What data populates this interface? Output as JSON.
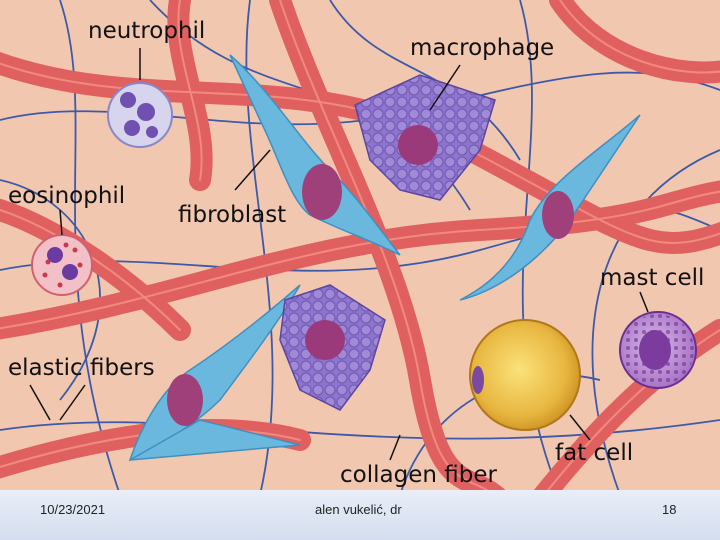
{
  "labels": {
    "neutrophil": "neutrophil",
    "macrophage": "macrophage",
    "eosinophil": "eosinophil",
    "fibroblast": "fibroblast",
    "mast_cell": "mast cell",
    "elastic_fibers": "elastic fibers",
    "collagen_fiber": "collagen fiber",
    "fat_cell": "fat cell"
  },
  "footer": {
    "date": "10/23/2021",
    "author": "alen vukelić, dr",
    "page": "18"
  },
  "colors": {
    "background": "#f2c7b0",
    "collagen": "#e06060",
    "elastic": "#3c5aa8",
    "fibroblast": "#6bb8df",
    "macrophage": "#8a6fc6",
    "fat": "#e8b640",
    "mast": "#8a5bb0"
  }
}
